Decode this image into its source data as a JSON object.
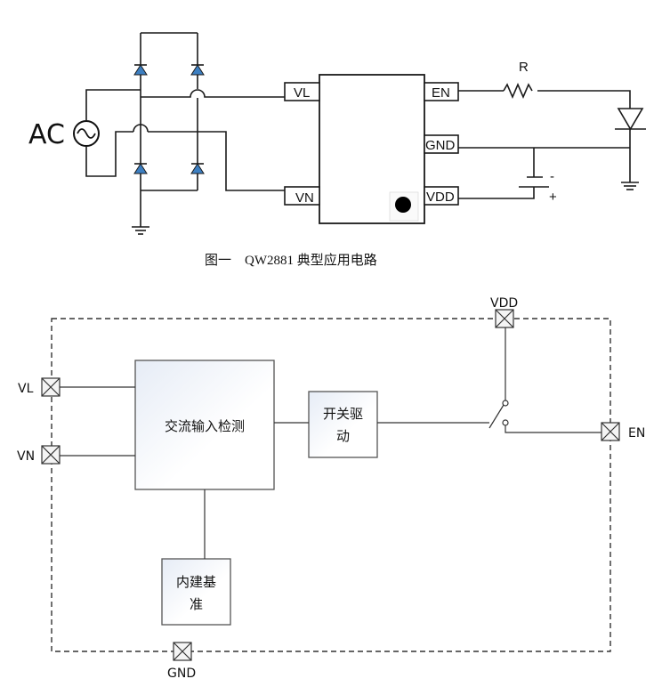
{
  "figure1": {
    "source_label": "AC",
    "chip_pins_left": [
      "VL",
      "VN"
    ],
    "chip_pins_right": [
      "EN",
      "GND",
      "VDD"
    ],
    "resistor_label": "R",
    "battery_minus": "-",
    "battery_plus": "+",
    "caption": "图一    QW2881 典型应用电路"
  },
  "figure2": {
    "blocks": {
      "ac_detect": "交流输入检测",
      "switch_drive_line1": "开关驱",
      "switch_drive_line2": "动",
      "reference_line1": "内建基",
      "reference_line2": "准"
    },
    "pins": {
      "vl": "VL",
      "vn": "VN",
      "vdd": "VDD",
      "en": "EN",
      "gnd": "GND"
    }
  },
  "colors": {
    "diode_fill": "#3d7fc1",
    "block_gradient_start": "#e8eef7",
    "block_gradient_end": "#ffffff"
  }
}
